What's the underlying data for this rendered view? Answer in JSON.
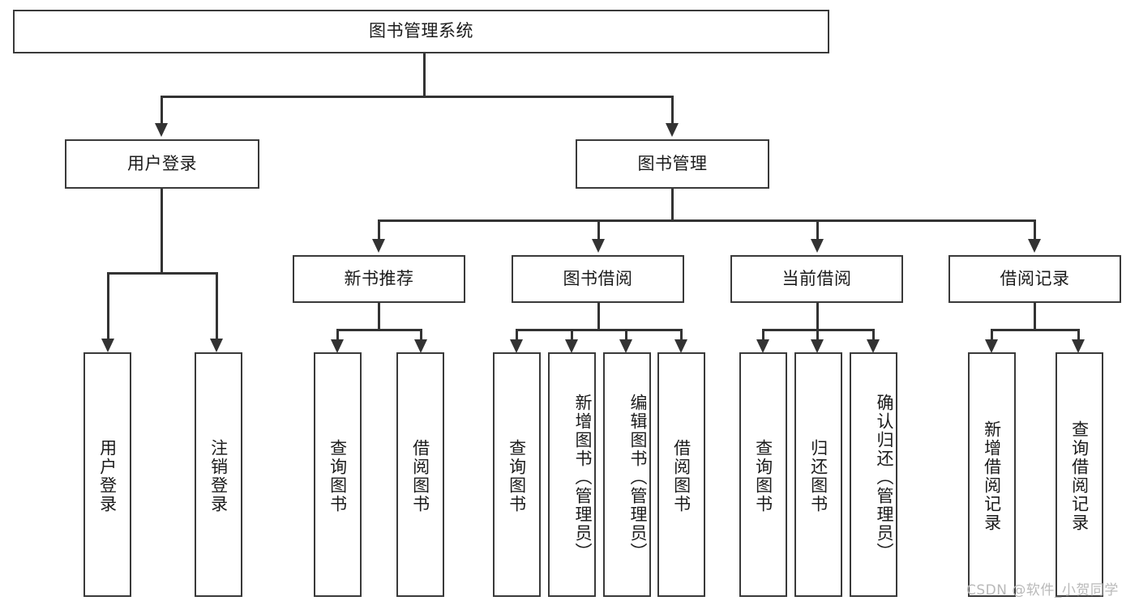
{
  "diagram": {
    "title": "图书管理系统",
    "root": {
      "label": "图书管理系统"
    },
    "level1": [
      {
        "label": "用户登录"
      },
      {
        "label": "图书管理"
      }
    ],
    "level2": [
      {
        "label": "新书推荐"
      },
      {
        "label": "图书借阅"
      },
      {
        "label": "当前借阅"
      },
      {
        "label": "借阅记录"
      }
    ],
    "leaves": {
      "user_login": [
        {
          "label": "用户登录"
        },
        {
          "label": "注销登录"
        }
      ],
      "new_book": [
        {
          "label": "查询图书"
        },
        {
          "label": "借阅图书"
        }
      ],
      "book_borrow": [
        {
          "label": "查询图书"
        },
        {
          "label": "新增图书（管理员）"
        },
        {
          "label": "编辑图书（管理员）"
        },
        {
          "label": "借阅图书"
        }
      ],
      "current_borrow": [
        {
          "label": "查询图书"
        },
        {
          "label": "归还图书"
        },
        {
          "label": "确认归还（管理员）"
        }
      ],
      "borrow_record": [
        {
          "label": "新增借阅记录"
        },
        {
          "label": "查询借阅记录"
        }
      ]
    }
  },
  "watermark": {
    "text": "CSDN @软件_小贺同学"
  },
  "colors": {
    "stroke": "#333333",
    "node_border": "#3a3a3a",
    "text": "#1b1b1b",
    "background": "#ffffff",
    "watermark": "#b9b9b9"
  }
}
